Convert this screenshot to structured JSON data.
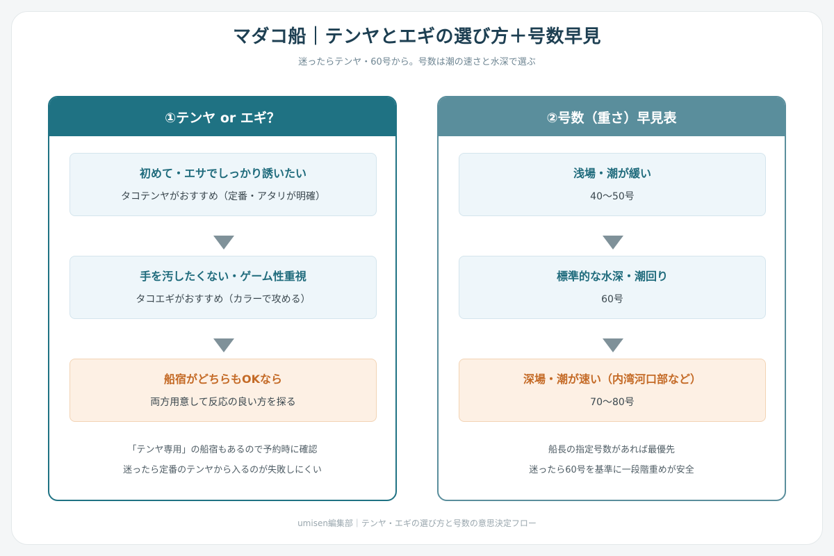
{
  "header": {
    "title": "マダコ船｜テンヤとエギの選び方＋号数早見",
    "subtitle": "迷ったらテンヤ・60号から。号数は潮の速さと水深で選ぶ"
  },
  "left_panel": {
    "title": "①テンヤ or エギ？",
    "steps": [
      {
        "title": "初めて・エサでしっかり誘いたい",
        "desc": "タコテンヤがおすすめ（定番・アタリが明確）"
      },
      {
        "title": "手を汚したくない・ゲーム性重視",
        "desc": "タコエギがおすすめ（カラーで攻める）"
      },
      {
        "title": "船宿がどちらもOKなら",
        "desc": "両方用意して反応の良い方を探る"
      }
    ],
    "notes": [
      "「テンヤ専用」の船宿もあるので予約時に確認",
      "迷ったら定番のテンヤから入るのが失敗しにくい"
    ]
  },
  "right_panel": {
    "title": "②号数（重さ）早見表",
    "steps": [
      {
        "title": "浅場・潮が緩い",
        "desc": "40〜50号"
      },
      {
        "title": "標準的な水深・潮回り",
        "desc": "60号"
      },
      {
        "title": "深場・潮が速い（内湾河口部など）",
        "desc": "70〜80号"
      }
    ],
    "notes": [
      "船長の指定号数があれば最優先",
      "迷ったら60号を基準に一段階重めが安全"
    ]
  },
  "footer": "umisen編集部｜テンヤ・エギの選び方と号数の意思決定フロー",
  "colors": {
    "left_accent": "#1f7283",
    "right_accent": "#5a8e9c",
    "highlight_orange": "#c46a26",
    "arrow": "#7f9199"
  }
}
